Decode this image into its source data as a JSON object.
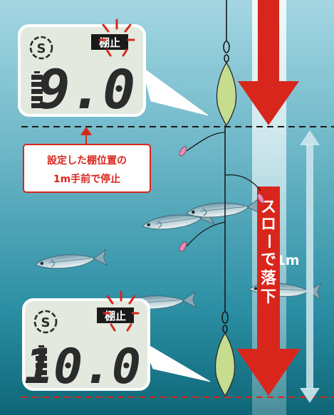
{
  "display_top": {
    "depth_value": "9.0",
    "stop_label": "棚止",
    "mode_glyph": "S"
  },
  "display_bottom": {
    "depth_value": "10.0",
    "stop_label": "棚止",
    "mode_glyph": "S"
  },
  "callout": {
    "line1": "設定した棚位置の",
    "line2": "1m手前で停止"
  },
  "slow_fall_label": "スローで落下",
  "distance_label": "1m",
  "colors": {
    "water_top": "#9ed3df",
    "water_mid": "#56a9be",
    "water_bottom": "#0f6d80",
    "red_arrow": "#d9261c",
    "lcd_bg": "#e3e9df",
    "callout_text": "#d9261c",
    "sinker": "#c6dc8e",
    "lure": "#f08ab4"
  },
  "icons": [
    "sparkle-icon",
    "mode-s-icon",
    "battery-icon",
    "swivel-icon",
    "sinker-icon",
    "lure-icon",
    "fish-icon",
    "double-arrow-icon",
    "down-arrow-icon"
  ]
}
